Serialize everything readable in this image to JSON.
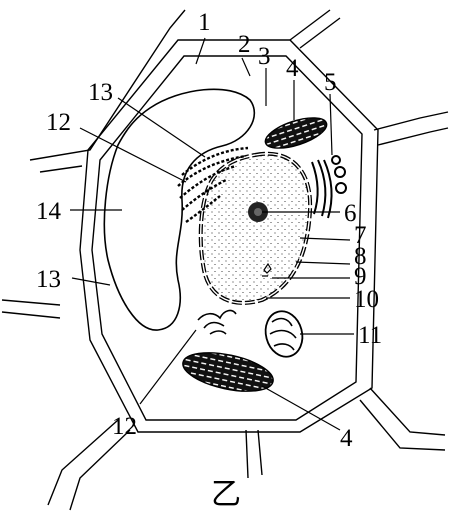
{
  "caption": "乙",
  "labels": {
    "l1": "1",
    "l2": "2",
    "l3": "3",
    "l4a": "4",
    "l5": "5",
    "l13a": "13",
    "l12a": "12",
    "l14": "14",
    "l13b": "13",
    "l6": "6",
    "l7": "7",
    "l8": "8",
    "l9": "9",
    "l10": "10",
    "l11": "11",
    "l12b": "12",
    "l4b": "4"
  },
  "colors": {
    "ink": "#000000",
    "paper": "#ffffff"
  }
}
